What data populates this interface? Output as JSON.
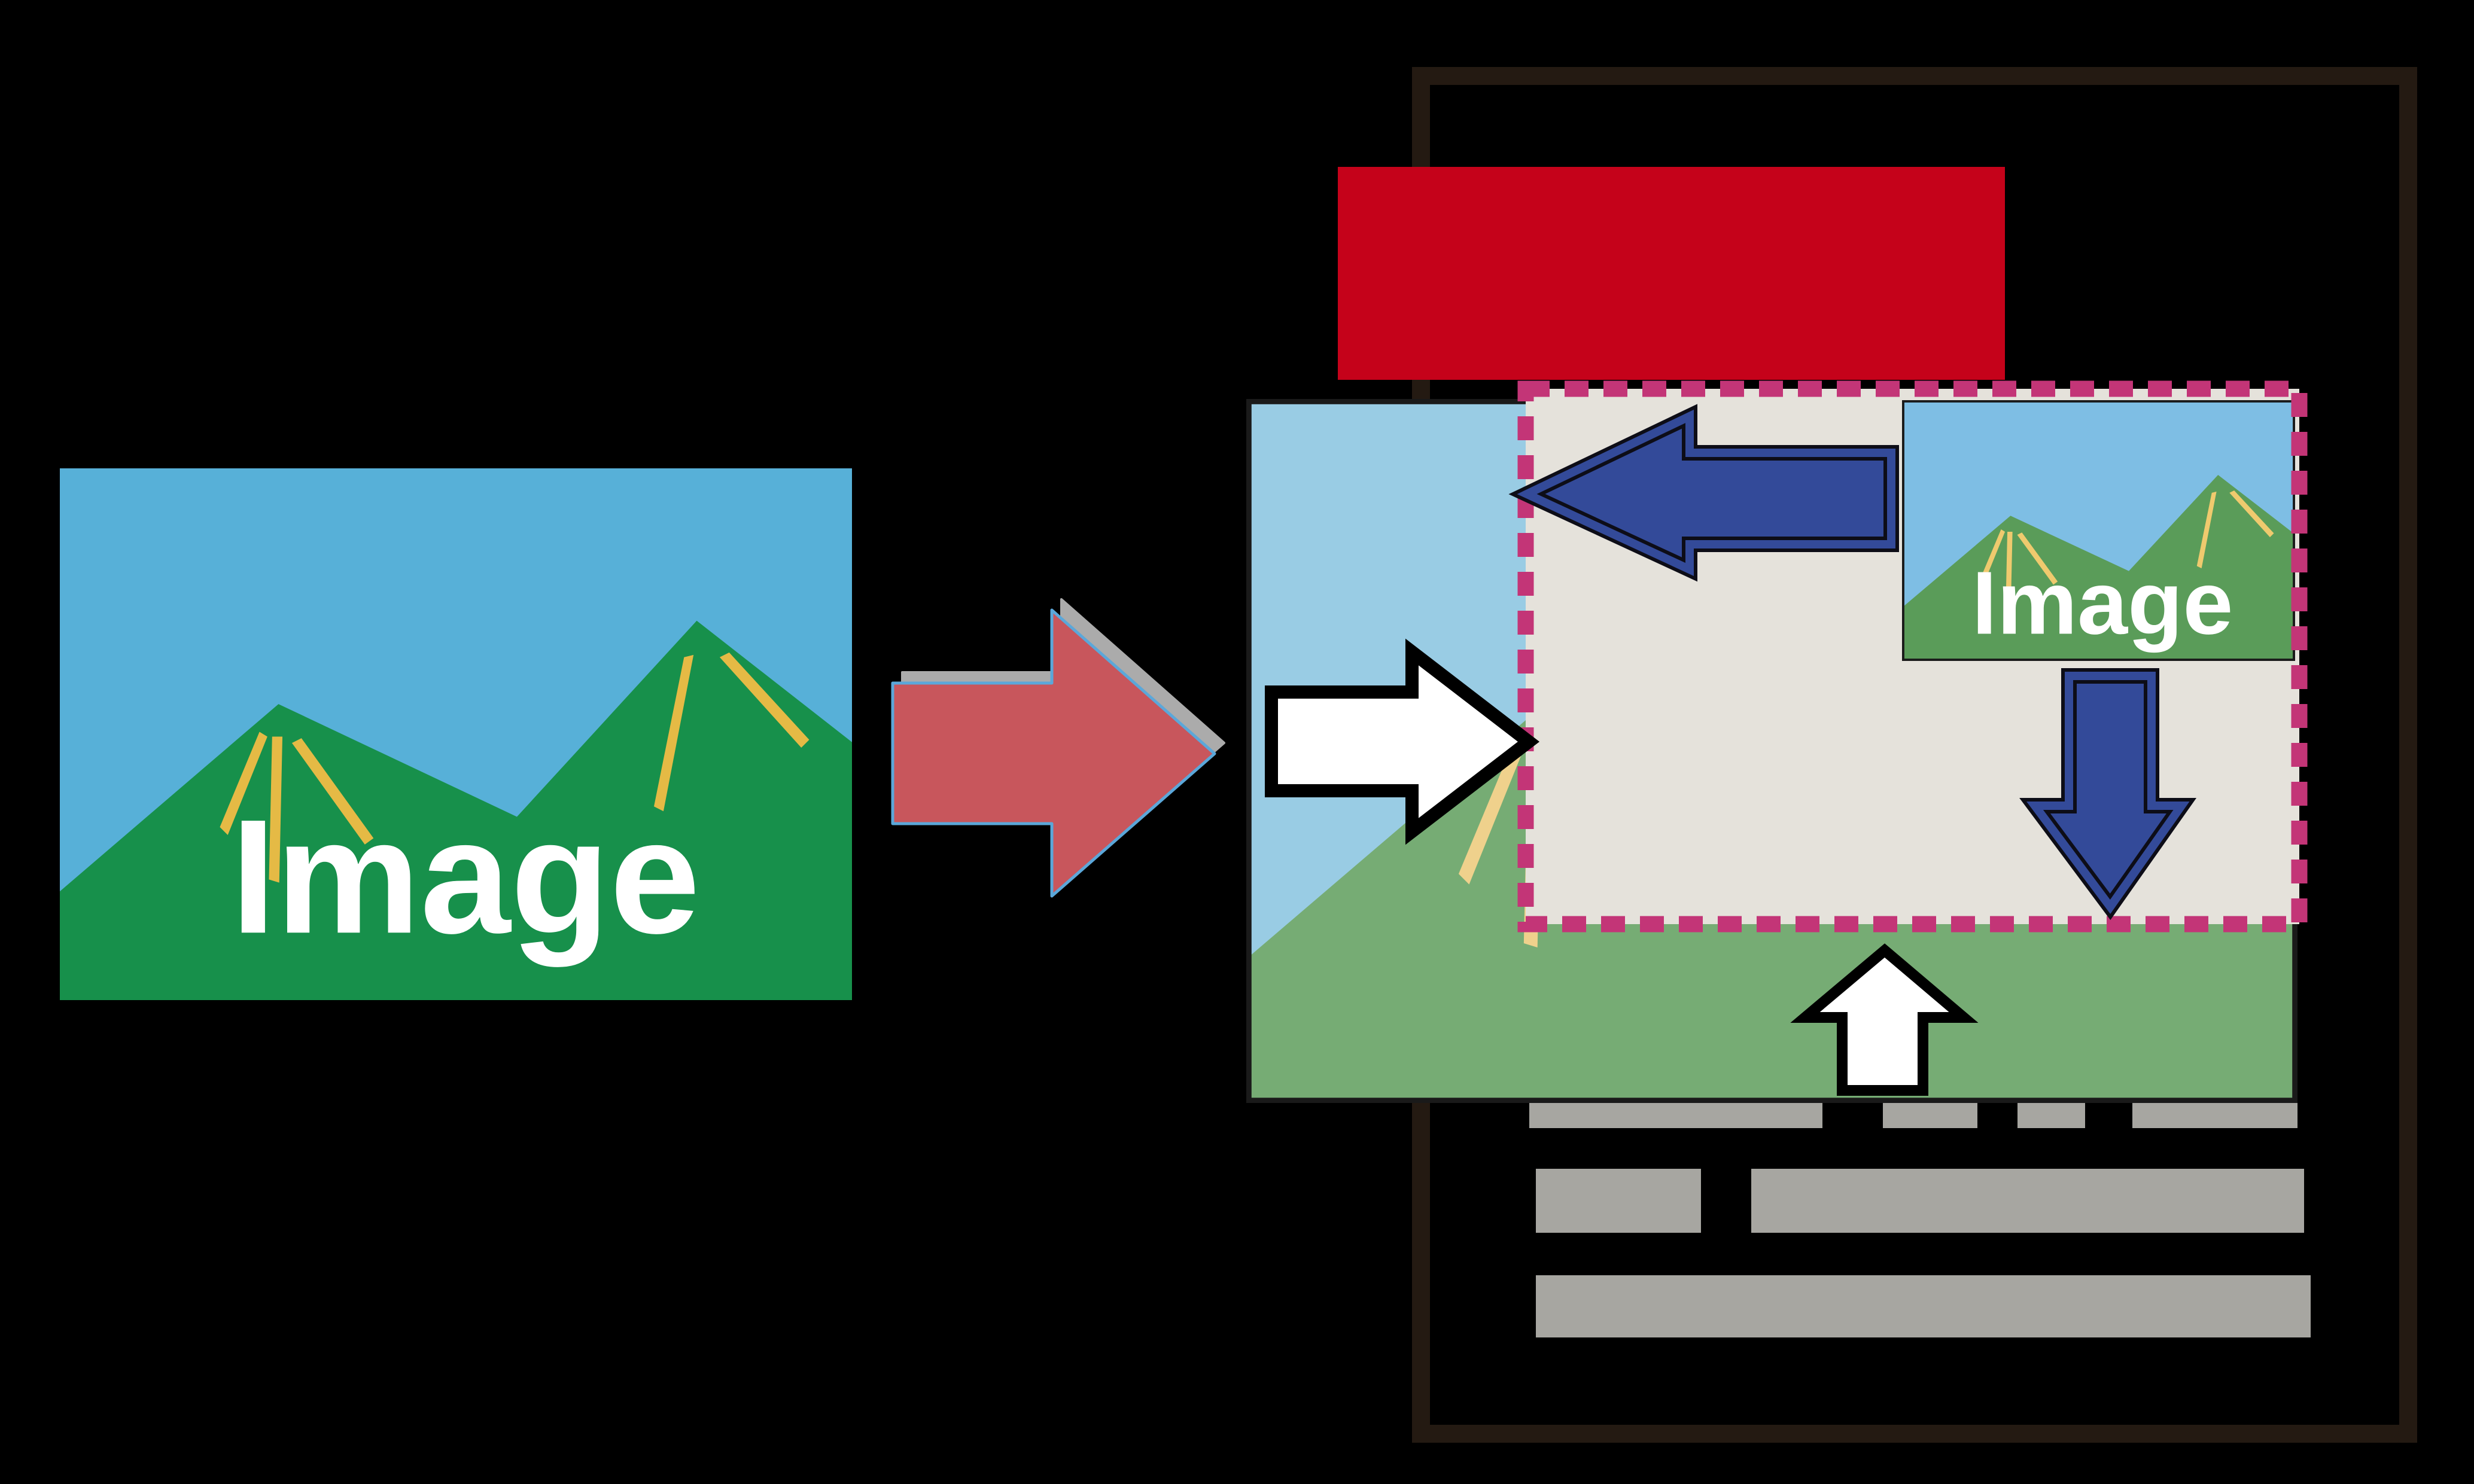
{
  "diagram": {
    "source_image": {
      "label": "Image"
    },
    "inserted_image": {
      "label": "Image"
    },
    "icons": {
      "transform_arrow": "right-arrow",
      "shift_left_arrow": "left-arrow",
      "shift_right_arrow": "right-arrow",
      "shift_up_arrow": "up-arrow",
      "shift_down_arrow": "down-arrow"
    },
    "colors": {
      "background": "#000000",
      "source_sky": "#57B0D8",
      "source_green": "#17904B",
      "source_yellow": "#E5BA45",
      "faded_sky": "#99CCE4",
      "faded_green": "#76AC74",
      "faded_yellow": "#EFD18C",
      "inserted_sky": "#7EBEE4",
      "inserted_green": "#5A9C59",
      "inserted_yellow": "#EFCA6E",
      "image_label_text": "#FFFFFF",
      "title_block": "#C5021A",
      "document_border": "#241A12",
      "insertion_region_fill": "#E5E2DB",
      "insertion_region_dash": "#C33577",
      "transform_arrow_fill": "#C8565C",
      "transform_arrow_outline": "#5BA7D9",
      "transform_arrow_shadow": "#ABABAB",
      "shift_arrow_fill": "#334A99",
      "shift_arrow_outline": "#0D0D17",
      "white_arrow_fill": "#FFFFFF",
      "white_arrow_outline": "#000000",
      "text_line_bar": "#A7A6A1"
    }
  }
}
